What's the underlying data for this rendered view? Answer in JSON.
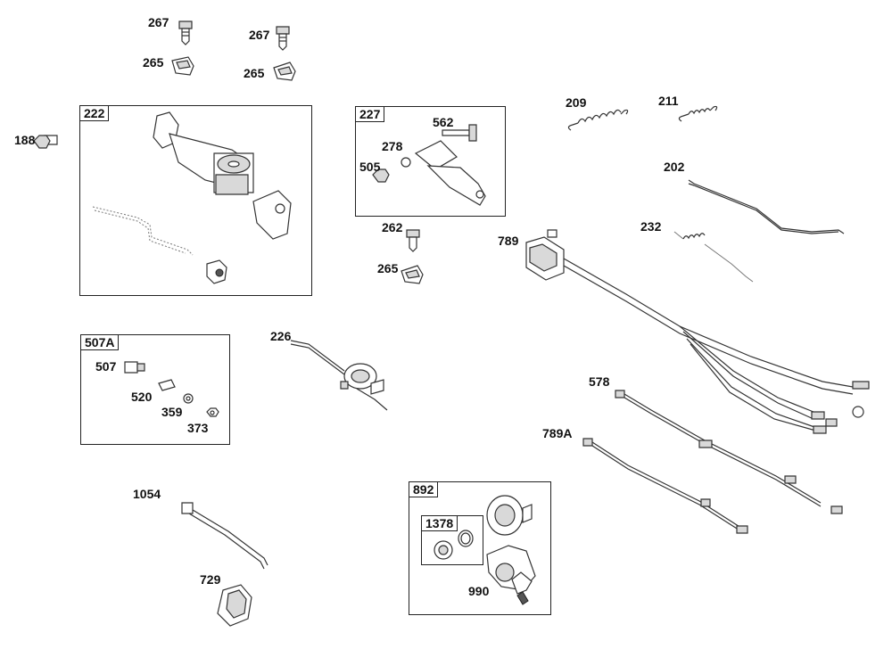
{
  "labels": {
    "p267a": "267",
    "p267b": "267",
    "p265a": "265",
    "p265b": "265",
    "p188": "188",
    "p278": "278",
    "p562": "562",
    "p505": "505",
    "p262": "262",
    "p265c": "265",
    "p209": "209",
    "p211": "211",
    "p202": "202",
    "p232": "232",
    "p789": "789",
    "p507": "507",
    "p520": "520",
    "p359": "359",
    "p373": "373",
    "p226": "226",
    "p578": "578",
    "p789a": "789A",
    "p1054": "1054",
    "p729": "729",
    "p990": "990"
  },
  "boxes": {
    "b222": "222",
    "b227": "227",
    "b507a": "507A",
    "b892": "892",
    "b1378": "1378"
  },
  "colors": {
    "line": "#333333",
    "fill_light": "#d9d9d9",
    "fill_dark": "#555555"
  }
}
